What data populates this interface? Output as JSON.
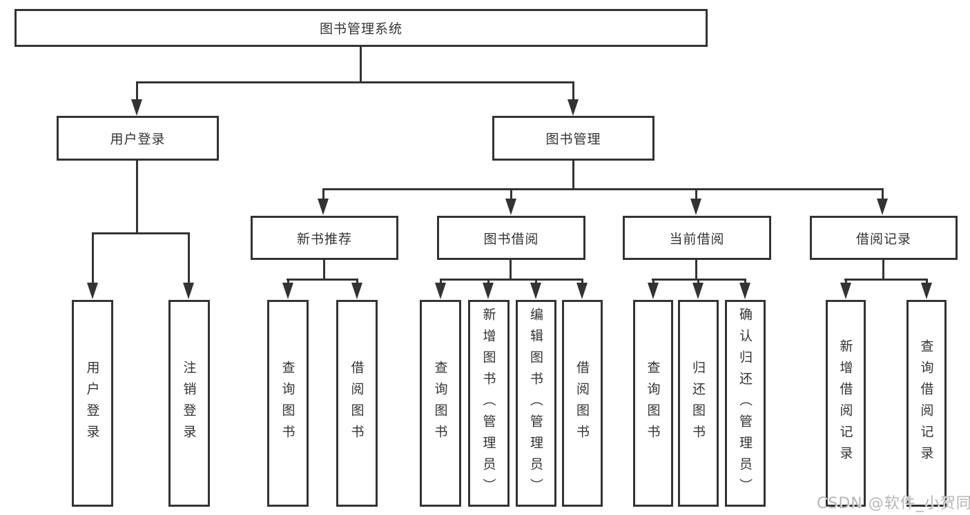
{
  "title": {
    "root": "图书管理系统"
  },
  "level2": {
    "user_login": "用户登录",
    "book_management": "图书管理"
  },
  "level3": {
    "new_book_recommend": "新书推荐",
    "book_borrowing": "图书借阅",
    "current_borrowing": "当前借阅",
    "borrowing_records": "借阅记录"
  },
  "leaves": {
    "user_login": "用户登录",
    "logout": "注销登录",
    "nb_query_books": "查询图书",
    "nb_borrow_books": "借阅图书",
    "bb_query_books": "查询图书",
    "bb_add_books_admin": "新增图书（管理员）",
    "bb_edit_books_admin": "编辑图书（管理员）",
    "bb_borrow_books": "借阅图书",
    "cb_query_books": "查询图书",
    "cb_return_books": "归还图书",
    "cb_confirm_return_admin": "确认归还（管理员）",
    "br_add_record": "新增借阅记录",
    "br_query_record": "查询借阅记录"
  },
  "watermark": {
    "text": "CSDN @软件_小贺同学"
  },
  "colors": {
    "line": "#333333",
    "text": "#333333",
    "box_background": "#ffffff",
    "page_background": "#ffffff",
    "watermark": "#b5b5b5"
  }
}
